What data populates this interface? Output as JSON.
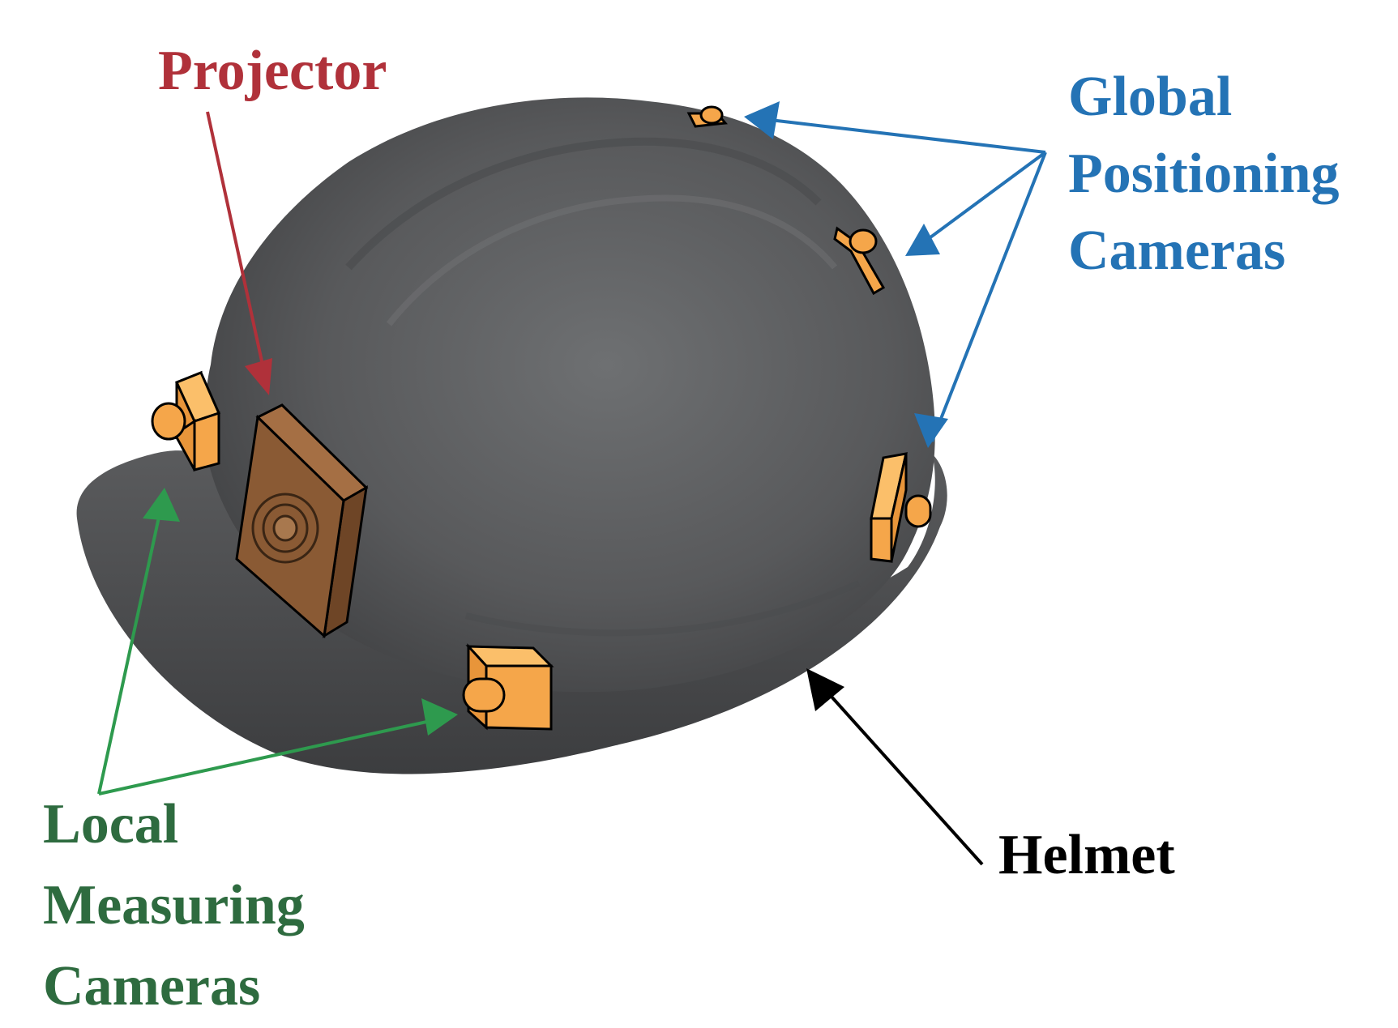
{
  "labels": {
    "projector": "Projector",
    "global_line1": "Global",
    "global_line2": "Positioning",
    "global_line3": "Cameras",
    "local_line1": "Local",
    "local_line2": "Measuring",
    "local_line3": "Cameras",
    "helmet": "Helmet"
  },
  "colors": {
    "projector": "#b0313a",
    "global": "#2473b5",
    "local": "#2e6b3f",
    "local_arrow": "#2e9a4e",
    "helmet_label": "#000000",
    "helmet_body": "#555759",
    "camera": "#f5a64a",
    "projector_body": "#8a5a34"
  }
}
